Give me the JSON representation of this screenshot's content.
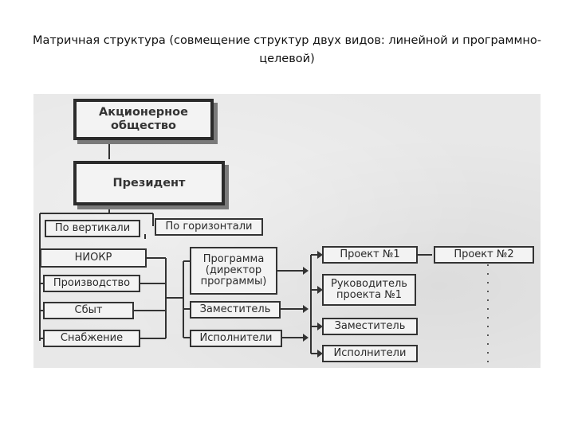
{
  "page": {
    "title": "Матричная структура (совмещение структур двух видов: линейной и программно-целевой)"
  },
  "diagram": {
    "joint_stock": "Акционерное\nобщество",
    "president": "Президент",
    "vertical": "По вертикали",
    "horizontal": "По горизонтали",
    "functions": [
      "НИОКР",
      "Производство",
      "Сбыт",
      "Снабжение"
    ],
    "program": {
      "name": "Программа\n(директор\nпрограммы)",
      "deputy": "Заместитель",
      "executors": "Исполнители"
    },
    "project1": {
      "name": "Проект №1",
      "head": "Руководитель\nпроекта №1",
      "deputy": "Заместитель",
      "executors": "Исполнители"
    },
    "project2": {
      "name": "Проект №2"
    }
  }
}
